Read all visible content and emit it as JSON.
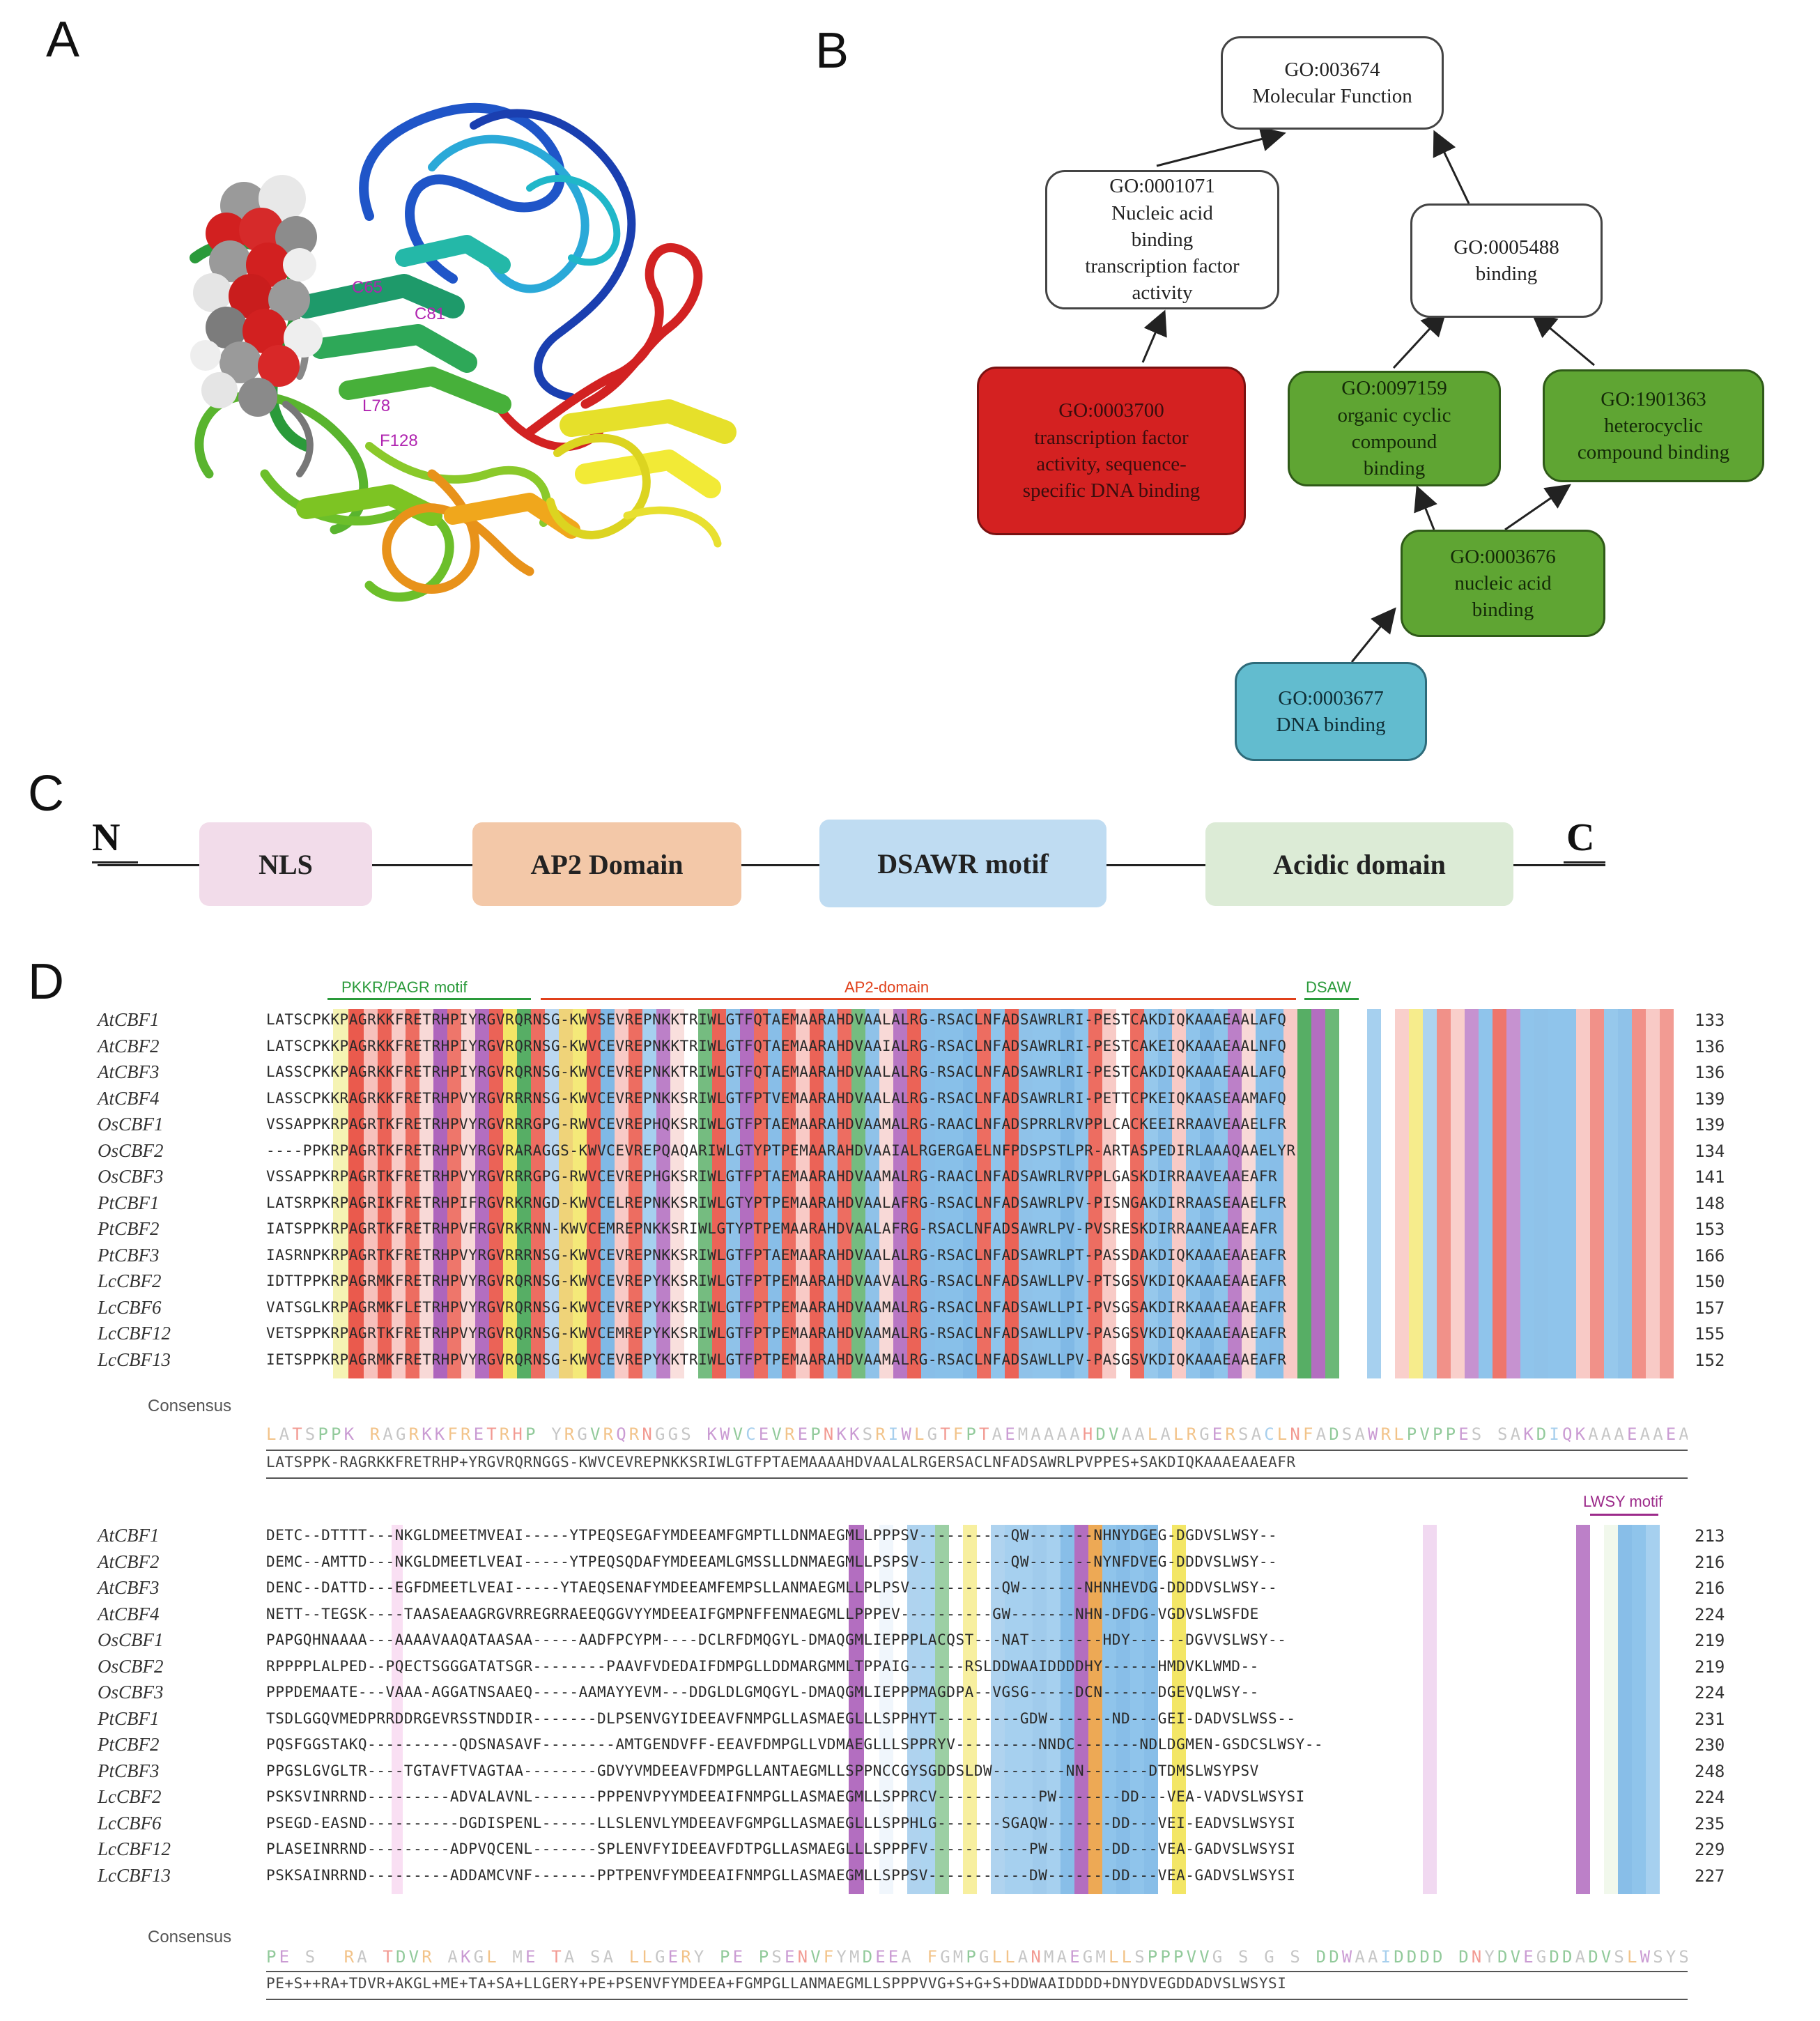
{
  "panels": {
    "a": "A",
    "b": "B",
    "c": "C",
    "d": "D"
  },
  "panel_a": {
    "residue_labels": [
      "C65",
      "C81",
      "L78",
      "F128"
    ]
  },
  "go_graph": {
    "nodes": [
      {
        "id": "mf",
        "lines": [
          "GO:003674",
          "Molecular Function"
        ]
      },
      {
        "id": "nabtf",
        "lines": [
          "GO:0001071",
          "Nucleic acid",
          "binding",
          "transcription factor",
          "activity"
        ]
      },
      {
        "id": "binding",
        "lines": [
          "GO:0005488",
          "binding"
        ]
      },
      {
        "id": "tfa",
        "lines": [
          "GO:0003700",
          "transcription factor",
          "activity, sequence-",
          "specific DNA binding"
        ]
      },
      {
        "id": "ocb",
        "lines": [
          "GO:0097159",
          "organic cyclic",
          "compound",
          "binding"
        ]
      },
      {
        "id": "hcb",
        "lines": [
          "GO:1901363",
          "heterocyclic",
          "compound binding"
        ]
      },
      {
        "id": "nab",
        "lines": [
          "GO:0003676",
          "nucleic acid",
          "binding"
        ]
      },
      {
        "id": "dnab",
        "lines": [
          "GO:0003677",
          "DNA binding"
        ]
      }
    ]
  },
  "domain_map": {
    "n_term": "N",
    "c_term": "C",
    "domains": [
      {
        "label": "NLS",
        "color": "#f2dcea"
      },
      {
        "label": "AP2 Domain",
        "color": "#f3c8a8"
      },
      {
        "label": "DSAWR motif",
        "color": "#bfdcf2"
      },
      {
        "label": "Acidic domain",
        "color": "#dcebd6"
      }
    ]
  },
  "alignment": {
    "block1": {
      "motifs": [
        {
          "label": "PKKR/PAGR motif",
          "color": "#2a9a3a"
        },
        {
          "label": "AP2-domain",
          "color": "#e0401a"
        },
        {
          "label": "DSAW",
          "color": "#2a9a3a"
        }
      ],
      "rows": [
        {
          "name": "AtCBF1",
          "seq": "LATSCPKKPAGRKKFRETRHPIYRGVRQRNSG-KWVSEVREPNKKTRIWLGTFQTAEMAARAHDVAALALRG-RSACLNFADSAWRLRI-PESTCAKDIQKAAAEAALAFQ",
          "num": "133"
        },
        {
          "name": "AtCBF2",
          "seq": "LATSCPKKPAGRKKFRETRHPIYRGVRQRNSG-KWVCEVREPNKKTRIWLGTFQTAEMAARAHDVAAIALRG-RSACLNFADSAWRLRI-PESTCAKEIQKAAAEAALNFQ",
          "num": "136"
        },
        {
          "name": "AtCBF3",
          "seq": "LASSCPKKPAGRKKFRETRHPIYRGVRQRNSG-KWVCEVREPNKKTRIWLGTFQTAEMAARAHDVAALALRG-RSACLNFADSAWRLRI-PESTCAKDIQKAAAEAALAFQ",
          "num": "136"
        },
        {
          "name": "AtCBF4",
          "seq": "LASSCPKKRAGRKKFRETRHPVYRGVRRRNSG-KWVCEVREPNKKSRIWLGTFPTVEMAARAHDVAALALRG-RSACLNFADSAWRLRI-PETTCPKEIQKAASEAAMAFQ",
          "num": "139"
        },
        {
          "name": "OsCBF1",
          "seq": "VSSAPPKRPAGRTKFRETRHPVYRGVRRRGPG-RWVCEVREPHQKSRIWLGTFPTAEMAARAHDVAAMALRG-RAACLNFADSPRRLRVPPLCACKEEIRRAAVEAAELFR",
          "num": "139"
        },
        {
          "name": "OsCBF2",
          "seq": "----PPKRPAGRTKFRETRHPVYRGVRARAGGS-KWVCEVREPQAQARIWLGTYPTPEMAARAHDVAAIALRGERGAELNFPDSPSTLPR-ARTASPEDIRLAAAQAAELYR",
          "num": "134"
        },
        {
          "name": "OsCBF3",
          "seq": "VSSAPPKRPAGRTKFRETRHPVYRGVRRRGPG-RWVCEVREPHGKSRIWLGTFPTAEMAARAHDVAAMALRG-RAACLNFADSAWRLRVPPLGASKDIRRAAVEAAEAFR",
          "num": "141"
        },
        {
          "name": "PtCBF1",
          "seq": "LATSRPKRPAGRIKFRETRHPIFRGVRKRNGD-KWVCELREPNKKSRIWLGTYPTPEMAARAHDVAALAFRG-RSACLNFADSAWRLPV-PISNGAKDIRRAASEAAELFR",
          "num": "148"
        },
        {
          "name": "PtCBF2",
          "seq": "IATSPPKRPAGRTKFRETRHPVFRGVRKRNN-KWVCEMREPNKKSRIWLGTYPTPEMAARAHDVAALAFRG-RSACLNFADSAWRLPV-PVSRESKDIRRAANEAAEAFR",
          "num": "153"
        },
        {
          "name": "PtCBF3",
          "seq": "IASRNPKRPAGRTKFRETRHPVYRGVRRRNSG-KWVCEVREPNKKSRIWLGTFPTAEMAARAHDVAALALRG-RSACLNFADSAWRLPT-PASSDAKDIQKAAAEAAEAFR",
          "num": "166"
        },
        {
          "name": "LcCBF2",
          "seq": "IDTTPPKRPAGRMKFRETRHPVYRGVRQRNSG-KWVCEVREPYKKSRIWLGTFPTPEMAARAHDVAAVALRG-RSACLNFADSAWLLPV-PTSGSVKDIQKAAAEAAEAFR",
          "num": "150"
        },
        {
          "name": "LcCBF6",
          "seq": "VATSGLKRPAGRMKFLETRHPVYRGVRQRNSG-KWVCEVREPYKKSRIWLGTFPTPEMAARAHDVAAMALRG-RSACLNFADSAWLLPI-PVSGSAKDIRKAAAEAAEAFR",
          "num": "157"
        },
        {
          "name": "LcCBF12",
          "seq": "VETSPPKRPAGRTKFRETRHPVYRGVRQRNSG-KWVCEMREPYKKSRIWLGTFPTPEMAARAHDVAAMALRG-RSACLNFADSAWLLPV-PASGSVKDIQKAAAEAAEAFR",
          "num": "155"
        },
        {
          "name": "LcCBF13",
          "seq": "IETSPPKRPAGRMKFRETRHPVYRGVRQRNSG-KWVCEVREPYKKTRIWLGTFPTPEMAARAHDVAAMALRG-RSACLNFADSAWLLPV-PASGSVKDIQKAAAEAAEAFR",
          "num": "152"
        }
      ],
      "consensus_label": "Consensus",
      "consensus": "LATSPPK-RAGRKKFRETRHP+YRGVRQRNGGS-KWVCEVREPNKKSRIWLGTFPTAEMAAAAHDVAALALRGERSACLNFADSAWRLPVPPES+SAKDIQKAAAEAAEAFR"
    },
    "block2": {
      "motifs": [
        {
          "label": "LWSY motif",
          "color": "#9c2a8a"
        }
      ],
      "rows": [
        {
          "name": "AtCBF1",
          "seq": "DETC--DTTTT---NKGLDMEETMVEAI-----YTPEQSEGAFYMDEEAMFGMPTLLDNMAEGMLLPPPSV----------QW-------NHNYDGEG-DGDVSLWSY--",
          "num": "213"
        },
        {
          "name": "AtCBF2",
          "seq": "DEMC--AMTTD---NKGLDMEETLVEAI-----YTPEQSQDAFYMDEEAMLGMSSLLDNMAEGMLLPSPSV----------QW-------NYNFDVEG-DDDVSLWSY--",
          "num": "216"
        },
        {
          "name": "AtCBF3",
          "seq": "DENC--DATTD---EGFDMEETLVEAI-----YTAEQSENAFYMDEEAMFEMPSLLANMAEGMLLPLPSV----------QW-------NHNHEVDG-DDDDVSLWSY--",
          "num": "216"
        },
        {
          "name": "AtCBF4",
          "seq": "NETT--TEGSK----TAASAEAAGRGVRREGRRAEEQGGVYYMDEEAIFGMPNFFENMAEGMLLPPPEV----------GW-------NHN-DFDG-VGDVSLWSFDE",
          "num": "224"
        },
        {
          "name": "OsCBF1",
          "seq": "PAPGQHNAAAA---AAAAVAAQATAASAA-----AADFPCYPM----DCLRFDMQGYL-DMAQGMLIEPPPLACQST---NAT--------HDY------DGVVSLWSY--",
          "num": "219"
        },
        {
          "name": "OsCBF2",
          "seq": "RPPPPLALPED--PQECTSGGGATATSGR--------PAAVFVDEDAIFDMPGLLDDMARGMMLTPPAIG------RSLDDWAAIDDDDHY------HMDVKLWMD--",
          "num": "219"
        },
        {
          "name": "OsCBF3",
          "seq": "PPPDEMAATE---VAAA-AGGATNSAAEQ-----AAMAYYEVM---DDGLDLGMQGYL-DMAQGMLIEPPPMAGDPA--VGSG-----DCN------DGEVQLWSY--",
          "num": "224"
        },
        {
          "name": "PtCBF1",
          "seq": "TSDLGGQVMEDPRRDDRGEVRSSTNDDIR-------DLPSENVGYIDEEAVFNMPGLLASMAEGLLLSPPHYT---------GDW-------ND---GEI-DADVSLWSS--",
          "num": "231"
        },
        {
          "name": "PtCBF2",
          "seq": "PQSFGGSTAKQ----------QDSNASAVF--------AMTGENDVFF-EEAVFDMPGLLVDMAEGLLLSPPRYV---------NNDC-------NDLDGMEN-GSDCSLWSY--",
          "num": "230"
        },
        {
          "name": "PtCBF3",
          "seq": "PPGSLGVGLTR----TGTAVFTVAGTAA--------GDVYVMDEEAVFDMPGLLANTAEGMLLSPPNCCGYSGDDSLDW--------NN-------DTDMSLWSYPSV",
          "num": "248"
        },
        {
          "name": "LcCBF2",
          "seq": "PSKSVINRRND---------ADVALAVNL-------PPPENVPYYMDEEAIFNMPGLLASMAEGMLLSPPRCV-----------PW-------DD---VEA-VADVSLWSYSI",
          "num": "224"
        },
        {
          "name": "LcCBF6",
          "seq": "PSEGD-EASND----------DGDISPENL------LLSLENVLYMDEEAVFGMPGLLASMAEGLLLSPPHLG-------SGAQW-------DD---VEI-EADVSLWSYSI",
          "num": "235"
        },
        {
          "name": "LcCBF12",
          "seq": "PLASEINRRND---------ADPVQCENL-------SPLENVFYIDEEAVFDTPGLLASMAEGLLLSPPPFV-----------PW-------DD---VEA-GADVSLWSYSI",
          "num": "229"
        },
        {
          "name": "LcCBF13",
          "seq": "PSKSAINRRND---------ADDAMCVNF-------PPTPENVFYMDEEAIFNMPGLLASMAEGMLLSPPSV-----------DW-------DD---VEA-GADVSLWSYSI",
          "num": "227"
        }
      ],
      "consensus_label": "Consensus",
      "consensus": "PE+S++RA+TDVR+AKGL+ME+TA+SA+LLGERY+PE+PSENVFYMDEEA+FGMPGLLANMAEGMLLSPPPVVG+S+G+S+DDWAAIDDDD+DNYDVEGDDADVSLWSYSI"
    }
  }
}
